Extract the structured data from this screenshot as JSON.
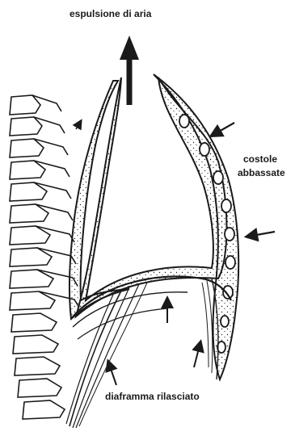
{
  "figure": {
    "labels": {
      "air_expulsion": "espulsione di aria",
      "ribs_line1": "costole",
      "ribs_line2": "abbassate",
      "diaphragm": "diaframma rilasciato"
    },
    "colors": {
      "ink": "#1a1a1a",
      "background": "#ffffff"
    }
  }
}
